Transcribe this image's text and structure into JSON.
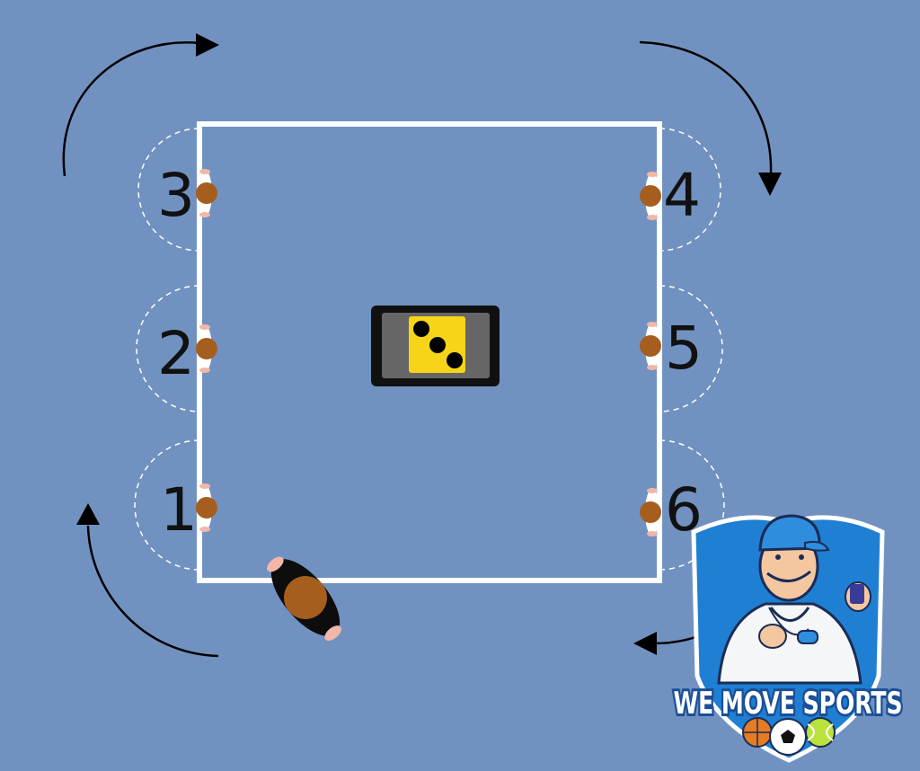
{
  "diagram": {
    "background_color": "#7192c0",
    "court_color": "#ffffff",
    "arrow_color": "#000000",
    "station_numbers": [
      "1",
      "2",
      "3",
      "4",
      "5",
      "6"
    ],
    "die_value": 3,
    "die_color": "#f7d417",
    "tablet_color": "#111111"
  },
  "logo": {
    "text": "WE MOVE SPORTS",
    "primary_color": "#1877c8",
    "icon": "coach-with-whistle-logo"
  }
}
